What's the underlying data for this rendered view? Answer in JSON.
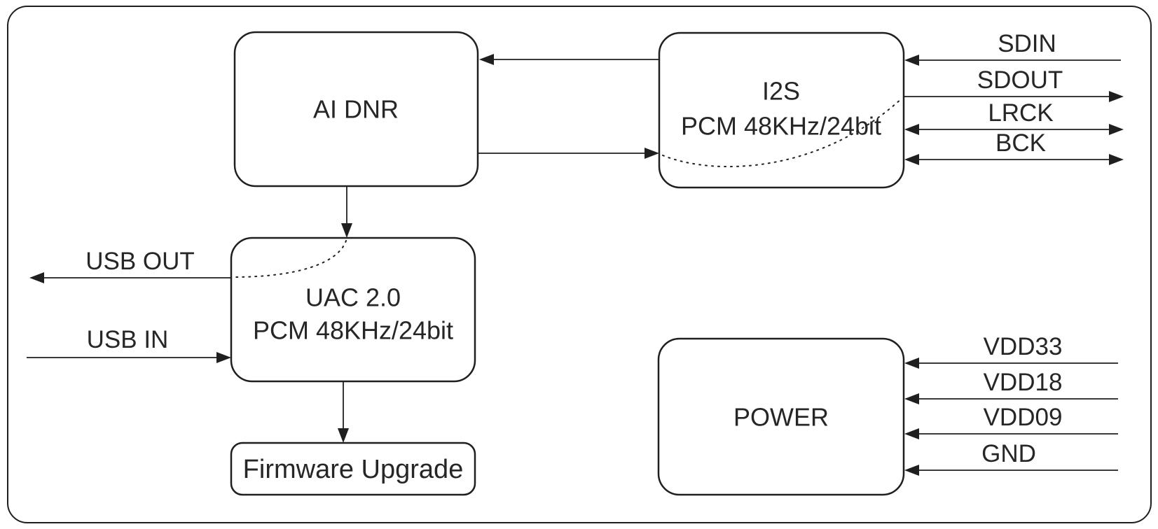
{
  "blocks": {
    "ai_dnr": {
      "label": "AI DNR"
    },
    "i2s": {
      "line1": "I2S",
      "line2": "PCM 48KHz/24bit"
    },
    "uac": {
      "line1": "UAC 2.0",
      "line2": "PCM 48KHz/24bit"
    },
    "power": {
      "label": "POWER"
    },
    "firmware": {
      "label": "Firmware Upgrade"
    }
  },
  "signals": {
    "usb_out": "USB OUT",
    "usb_in": "USB IN",
    "sdin": "SDIN",
    "sdout": "SDOUT",
    "lrck": "LRCK",
    "bck": "BCK",
    "vdd33": "VDD33",
    "vdd18": "VDD18",
    "vdd09": "VDD09",
    "gnd": "GND"
  },
  "colors": {
    "stroke": "#1f1f1f",
    "text": "#262626",
    "background": "#ffffff"
  }
}
